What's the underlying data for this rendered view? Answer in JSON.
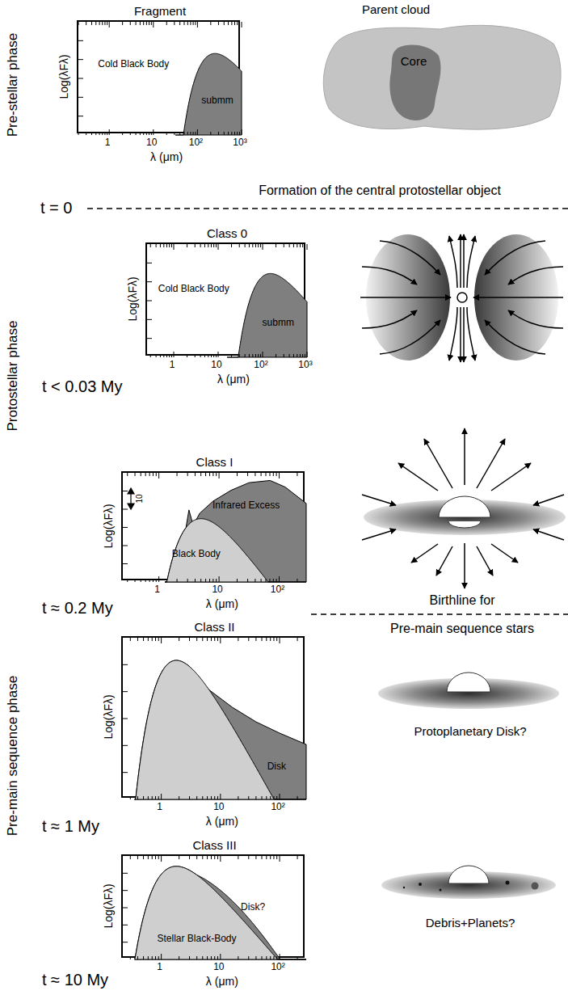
{
  "diagram": {
    "nodes": [
      {
        "text": [
          "Fragment",
          "Cold Black Body",
          "submm"
        ]
      },
      {
        "text": [
          "Parent cloud"
        ]
      },
      {
        "text": [
          "Core"
        ],
        "in": 1
      },
      {
        "text": [
          "Class 0",
          "Cold Black Body",
          "submm"
        ]
      },
      {
        "text": [
          "Class I",
          "Infrared Excess",
          "Black Body"
        ]
      },
      {
        "text": [
          "Class II",
          "Disk"
        ]
      },
      {
        "text": [
          "Class III",
          "Disk?",
          "Stellar Black-Body"
        ]
      }
    ],
    "labels": [
      "Pre-stellar phase",
      "Log(λFλ)",
      "1",
      "10",
      "10²",
      "10³",
      "λ (μm)",
      "t = 0",
      "Formation of the central protostellar object",
      "Protostellar phase",
      "Log(λFλ)",
      "1",
      "10",
      "10²",
      "10³",
      "λ (μm)",
      "t < 0.03 My",
      "Log(λFλ)",
      "10",
      "1",
      "10",
      "10²",
      "λ (μm)",
      "t ≈ 0.2 My",
      "Birthline for",
      "Pre-main sequence stars",
      "Pre-main sequence phase",
      "Log(λFλ)",
      "1",
      "10",
      "10²",
      "λ (μm)",
      "Protoplanetary Disk?",
      "t ≈ 1 My",
      "Log(λFλ)",
      "1",
      "10",
      "10²",
      "λ (μm)",
      "Debris+Planets?",
      "t ≈ 10 My"
    ]
  }
}
